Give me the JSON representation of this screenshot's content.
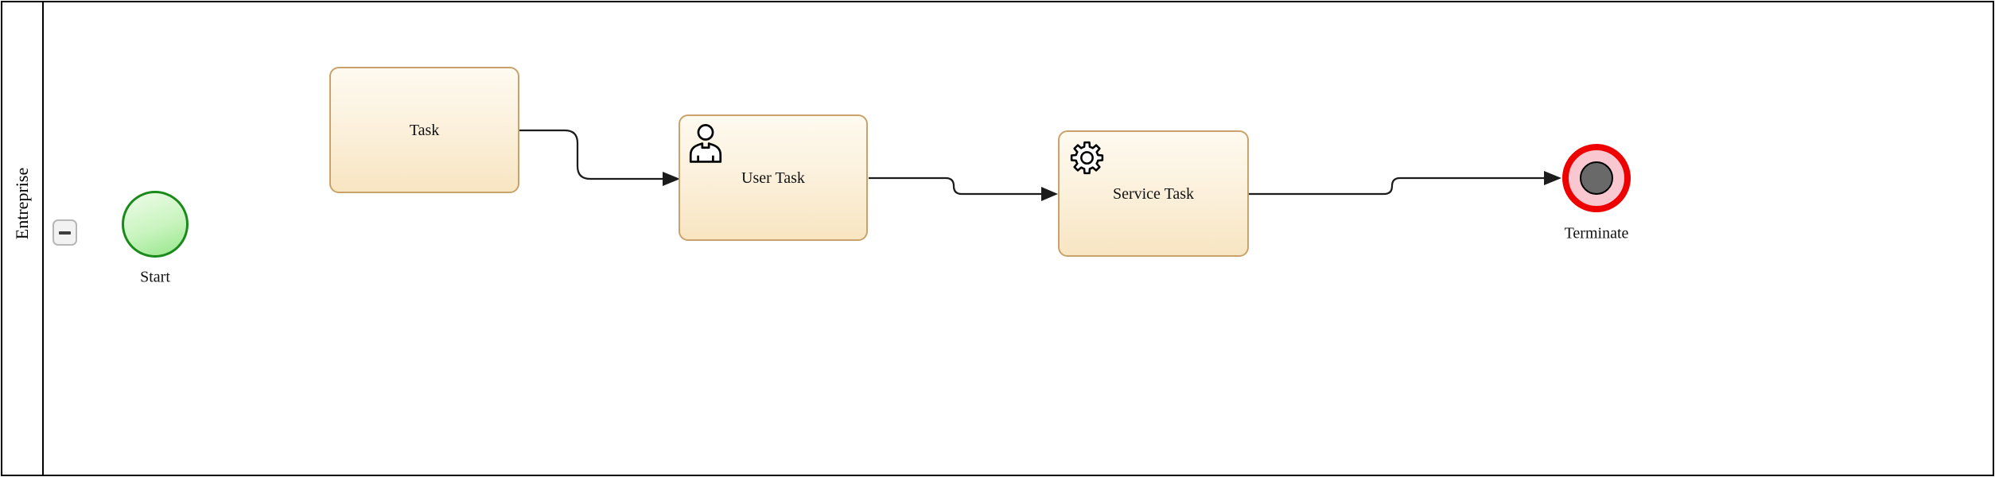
{
  "diagram": {
    "pool": {
      "label": "Entreprise",
      "collapse_icon": "minus"
    },
    "nodes": {
      "start": {
        "label": "Start",
        "type": "start-event"
      },
      "task": {
        "label": "Task",
        "type": "task"
      },
      "user_task": {
        "label": "User Task",
        "type": "user-task",
        "icon": "user-icon"
      },
      "service_task": {
        "label": "Service Task",
        "type": "service-task",
        "icon": "gear-icon"
      },
      "terminate": {
        "label": "Terminate",
        "type": "terminate-end-event"
      }
    },
    "flows": [
      {
        "from": "task",
        "to": "user_task"
      },
      {
        "from": "user_task",
        "to": "service_task"
      },
      {
        "from": "service_task",
        "to": "terminate"
      }
    ],
    "colors": {
      "pool_border": "#000000",
      "task_border": "#c9a26b",
      "task_fill_top": "#fefaf0",
      "task_fill_bottom": "#f8e5c1",
      "start_border": "#1a8a1a",
      "start_fill_light": "#eefce9",
      "start_fill_dark": "#95e689",
      "terminate_ring": "#ee0000",
      "terminate_fill": "#f9c7cf",
      "terminate_core": "#696969",
      "connector": "#1c1c1c",
      "collapse_bg": "#f2f2f2",
      "collapse_border": "#b7b7b7"
    }
  }
}
